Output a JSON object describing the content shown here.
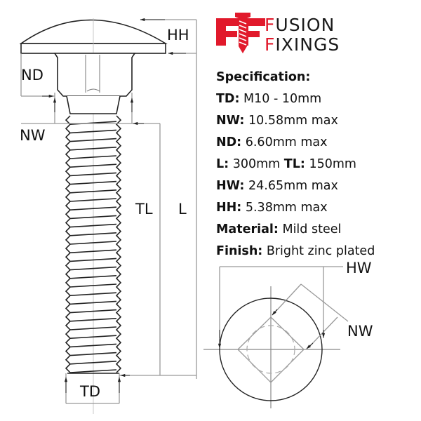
{
  "brand": {
    "name_line1_first": "F",
    "name_line1_rest": "USION",
    "name_line2_first": "F",
    "name_line2_rest": "IXINGS",
    "accent_color": "#e1192b",
    "logo_icon": "ff-screw-logo-icon"
  },
  "specification": {
    "title": "Specification:",
    "rows": [
      {
        "key": "TD:",
        "value": " M10 - 10mm"
      },
      {
        "key": "NW:",
        "value": " 10.58mm max"
      },
      {
        "key": "ND:",
        "value": " 6.60mm max"
      },
      {
        "key": "L:",
        "value": " 300mm ",
        "key2": "TL:",
        "value2": " 150mm"
      },
      {
        "key": "HW:",
        "value": " 24.65mm max"
      },
      {
        "key": "HH:",
        "value": " 5.38mm max"
      },
      {
        "key": "Material:",
        "value": " Mild steel"
      },
      {
        "key": "Finish:",
        "value": " Bright zinc plated"
      }
    ]
  },
  "side_view_labels": {
    "hh": "HH",
    "nd": "ND",
    "nw": "NW",
    "tl": "TL",
    "l": "L",
    "td": "TD"
  },
  "head_view_labels": {
    "hw": "HW",
    "nw": "NW"
  }
}
